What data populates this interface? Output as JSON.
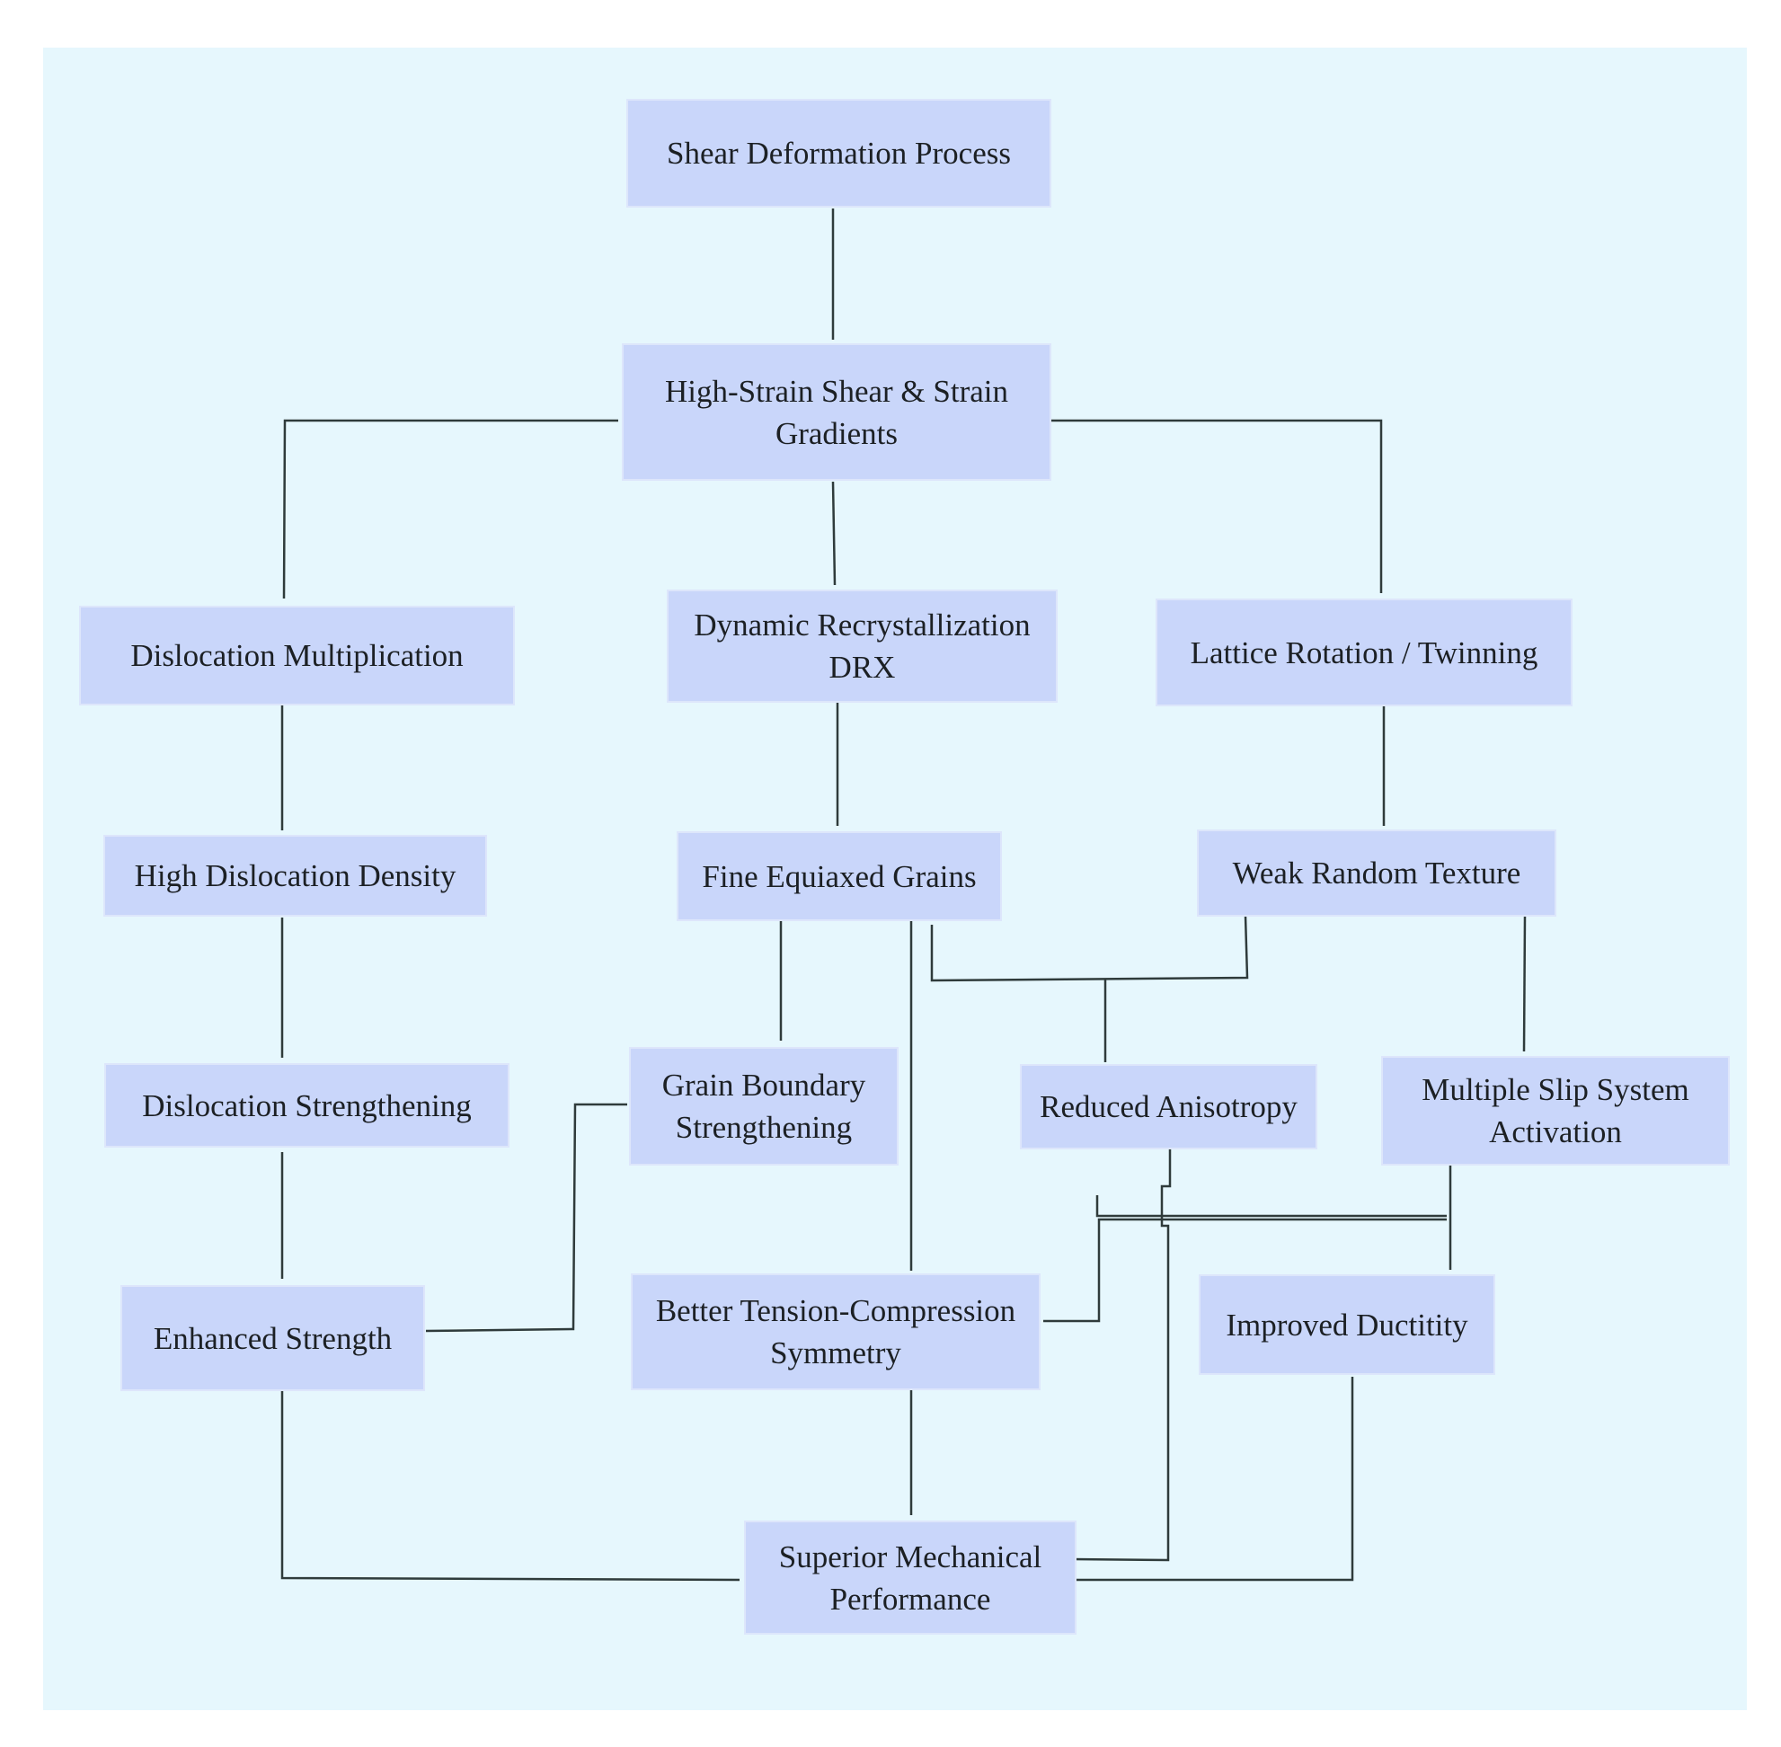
{
  "diagram": {
    "nodes": {
      "shear_deformation": "Shear Deformation Process",
      "high_strain_shear": "High-Strain Shear & Strain\nGradients",
      "dislocation_multiplication": "Dislocation Multiplication",
      "dynamic_recrystallization": "Dynamic Recrystallization\nDRX",
      "lattice_rotation": "Lattice Rotation / Twinning",
      "high_dislocation_density": "High Dislocation Density",
      "fine_equiaxed_grains": "Fine Equiaxed Grains",
      "weak_random_texture": "Weak Random Texture",
      "dislocation_strengthening": "Dislocation Strengthening",
      "grain_boundary_strengthening": "Grain Boundary\nStrengthening",
      "reduced_anisotropy": "Reduced Anisotropy",
      "multiple_slip_system": "Multiple Slip System\nActivation",
      "enhanced_strength": "Enhanced Strength",
      "tension_compression_symmetry": "Better Tension-Compression\nSymmetry",
      "improved_ductility": "Improved Ductitity",
      "superior_performance": "Superior Mechanical\nPerformance"
    },
    "edges": [
      {
        "from": "shear_deformation",
        "to": "high_strain_shear"
      },
      {
        "from": "high_strain_shear",
        "to": "dislocation_multiplication"
      },
      {
        "from": "high_strain_shear",
        "to": "dynamic_recrystallization"
      },
      {
        "from": "high_strain_shear",
        "to": "lattice_rotation"
      },
      {
        "from": "dislocation_multiplication",
        "to": "high_dislocation_density"
      },
      {
        "from": "dynamic_recrystallization",
        "to": "fine_equiaxed_grains"
      },
      {
        "from": "lattice_rotation",
        "to": "weak_random_texture"
      },
      {
        "from": "high_dislocation_density",
        "to": "dislocation_strengthening"
      },
      {
        "from": "fine_equiaxed_grains",
        "to": "grain_boundary_strengthening"
      },
      {
        "from": "fine_equiaxed_grains",
        "to": "tension_compression_symmetry"
      },
      {
        "from": "fine_equiaxed_grains",
        "to": "reduced_anisotropy"
      },
      {
        "from": "weak_random_texture",
        "to": "reduced_anisotropy"
      },
      {
        "from": "weak_random_texture",
        "to": "multiple_slip_system"
      },
      {
        "from": "dislocation_strengthening",
        "to": "enhanced_strength"
      },
      {
        "from": "grain_boundary_strengthening",
        "to": "enhanced_strength"
      },
      {
        "from": "multiple_slip_system",
        "to": "improved_ductility"
      },
      {
        "from": "multiple_slip_system",
        "to": "tension_compression_symmetry"
      },
      {
        "from": "reduced_anisotropy",
        "to": "superior_performance"
      },
      {
        "from": "enhanced_strength",
        "to": "superior_performance"
      },
      {
        "from": "tension_compression_symmetry",
        "to": "superior_performance"
      },
      {
        "from": "improved_ductility",
        "to": "superior_performance"
      }
    ]
  },
  "colors": {
    "background": "#e6f7fd",
    "node_fill": "#c9d6fa",
    "line": "#2f3b3b"
  }
}
